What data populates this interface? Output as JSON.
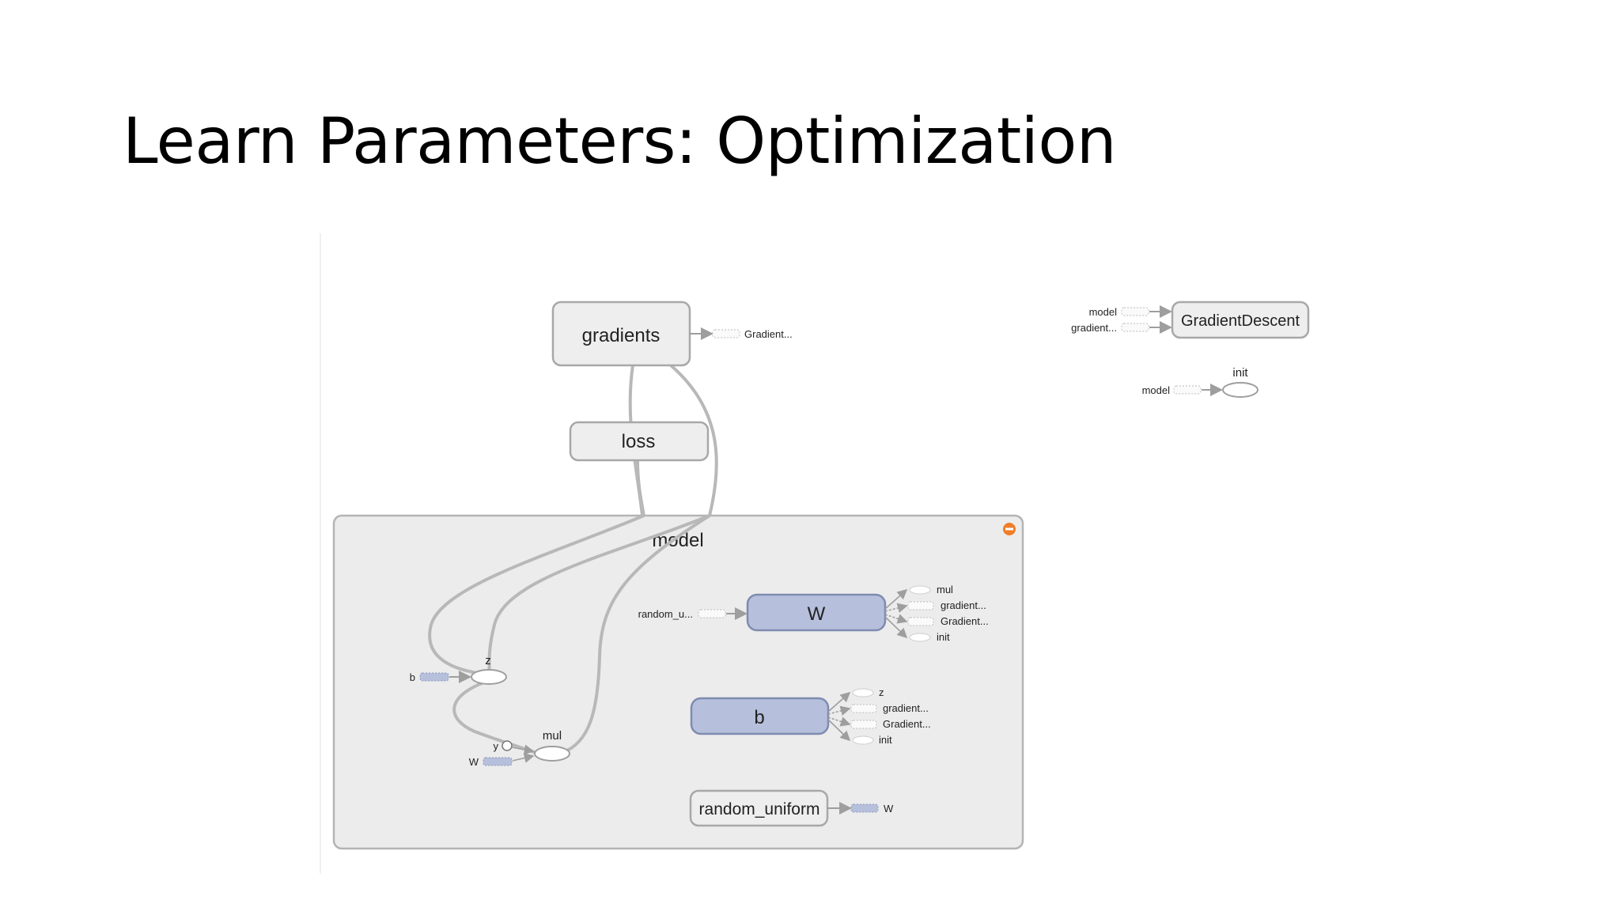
{
  "slide": {
    "title": "Learn Parameters: Optimization"
  },
  "graph": {
    "nodes": {
      "gradients": "gradients",
      "loss": "loss",
      "model": "model",
      "W": "W",
      "b": "b",
      "random_uniform": "random_uniform",
      "gradient_descent": "GradientDescent",
      "init": "init",
      "z": "z",
      "mul": "mul"
    },
    "ports": {
      "gradients_out": "Gradient...",
      "gd_in_model": "model",
      "gd_in_gradient": "gradient...",
      "init_in_model": "model",
      "w_in_random": "random_u...",
      "w_out_mul": "mul",
      "w_out_gradient_lower": "gradient...",
      "w_out_gradient_upper": "Gradient...",
      "w_out_init": "init",
      "b_out_z": "z",
      "b_out_gradient_lower": "gradient...",
      "b_out_gradient_upper": "Gradient...",
      "b_out_init": "init",
      "z_in_b": "b",
      "mul_in_y": "y",
      "mul_in_w": "W",
      "ru_out_w": "W"
    },
    "colors": {
      "node_fill": "#eeeeee",
      "node_stroke": "#a8a8a8",
      "variable_fill": "#b6bfdb",
      "variable_stroke": "#7f8bb0",
      "edge": "#b0b0b0",
      "collapse_badge": "#f07d28"
    }
  }
}
